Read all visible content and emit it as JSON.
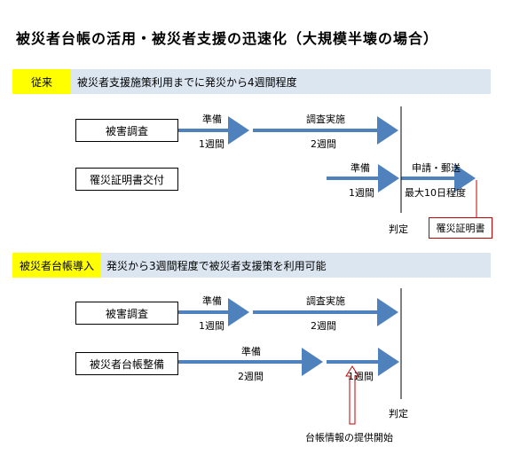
{
  "title": "被災者台帳の活用・被災者支援の迅速化（大規模半壊の場合）",
  "section1": {
    "tag": "従来",
    "description": "被災者支援施策利用までに発災から4週間程度",
    "survey_box": "被害調査",
    "cert_box": "罹災証明書交付",
    "prep_label": "準備",
    "prep_duration": "1週間",
    "survey_label": "調査実施",
    "survey_duration": "2週間",
    "cert_prep_label": "準備",
    "cert_prep_duration": "1週間",
    "apply_label": "申請・郵送",
    "apply_duration": "最大10日程度",
    "judgment": "判定",
    "certificate": "罹災証明書"
  },
  "section2": {
    "tag": "被災者台帳導入",
    "description": "発災から3週間程度で被災者支援策を利用可能",
    "survey_box": "被害調査",
    "ledger_box": "被災者台帳整備",
    "prep_label": "準備",
    "prep_duration": "1週間",
    "survey_label": "調査実施",
    "survey_duration": "2週間",
    "ledger_prep_label": "準備",
    "ledger_prep_duration": "2週間",
    "ledger_next_duration": "1週間",
    "judgment": "判定",
    "provision_start": "台帳情報の提供開始"
  },
  "colors": {
    "arrow": "#4f81bd",
    "band": "#dce6f1",
    "tag": "#ffff00",
    "red": "#c00000"
  }
}
